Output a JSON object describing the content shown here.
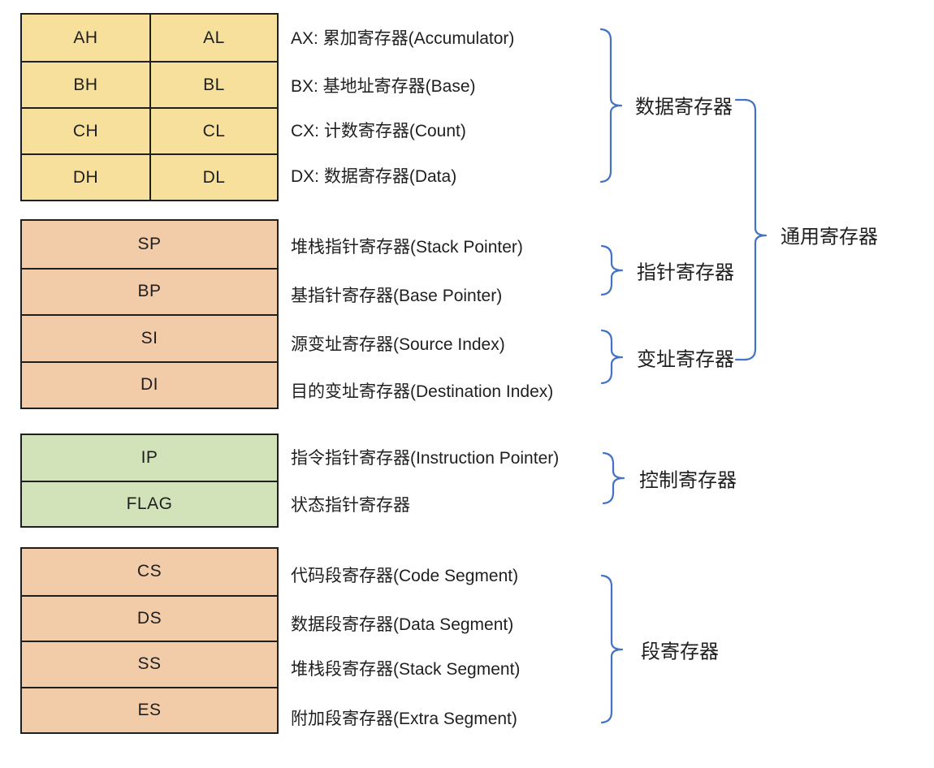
{
  "colors": {
    "byte-fill": "#F6E09B",
    "pointer-fill": "#F2CBA8",
    "control-fill": "#D2E3BA",
    "segment-fill": "#F2CBA8",
    "brace": "#4472C4",
    "border": "#1F1F1F",
    "text": "#1F1F1F",
    "background": "#FFFFFF"
  },
  "tables": {
    "byte": {
      "rows": [
        [
          "AH",
          "AL"
        ],
        [
          "BH",
          "BL"
        ],
        [
          "CH",
          "CL"
        ],
        [
          "DH",
          "DL"
        ]
      ]
    },
    "pointer_index": {
      "rows": [
        "SP",
        "BP",
        "SI",
        "DI"
      ]
    },
    "control": {
      "rows": [
        "IP",
        "FLAG"
      ]
    },
    "segment": {
      "rows": [
        "CS",
        "DS",
        "SS",
        "ES"
      ]
    }
  },
  "descriptions": {
    "ax": "AX: 累加寄存器(Accumulator)",
    "bx": "BX: 基地址寄存器(Base)",
    "cx": "CX: 计数寄存器(Count)",
    "dx": "DX: 数据寄存器(Data)",
    "sp": "堆栈指针寄存器(Stack Pointer)",
    "bp": "基指针寄存器(Base Pointer)",
    "si": "源变址寄存器(Source Index)",
    "di": "目的变址寄存器(Destination Index)",
    "ip": "指令指针寄存器(Instruction Pointer)",
    "flag": "状态指针寄存器",
    "cs": "代码段寄存器(Code Segment)",
    "ds": "数据段寄存器(Data Segment)",
    "ss": "堆栈段寄存器(Stack Segment)",
    "es": "附加段寄存器(Extra Segment)"
  },
  "group_labels": {
    "data": "数据寄存器",
    "pointer": "指针寄存器",
    "index": "变址寄存器",
    "general": "通用寄存器",
    "control": "控制寄存器",
    "segment": "段寄存器"
  }
}
